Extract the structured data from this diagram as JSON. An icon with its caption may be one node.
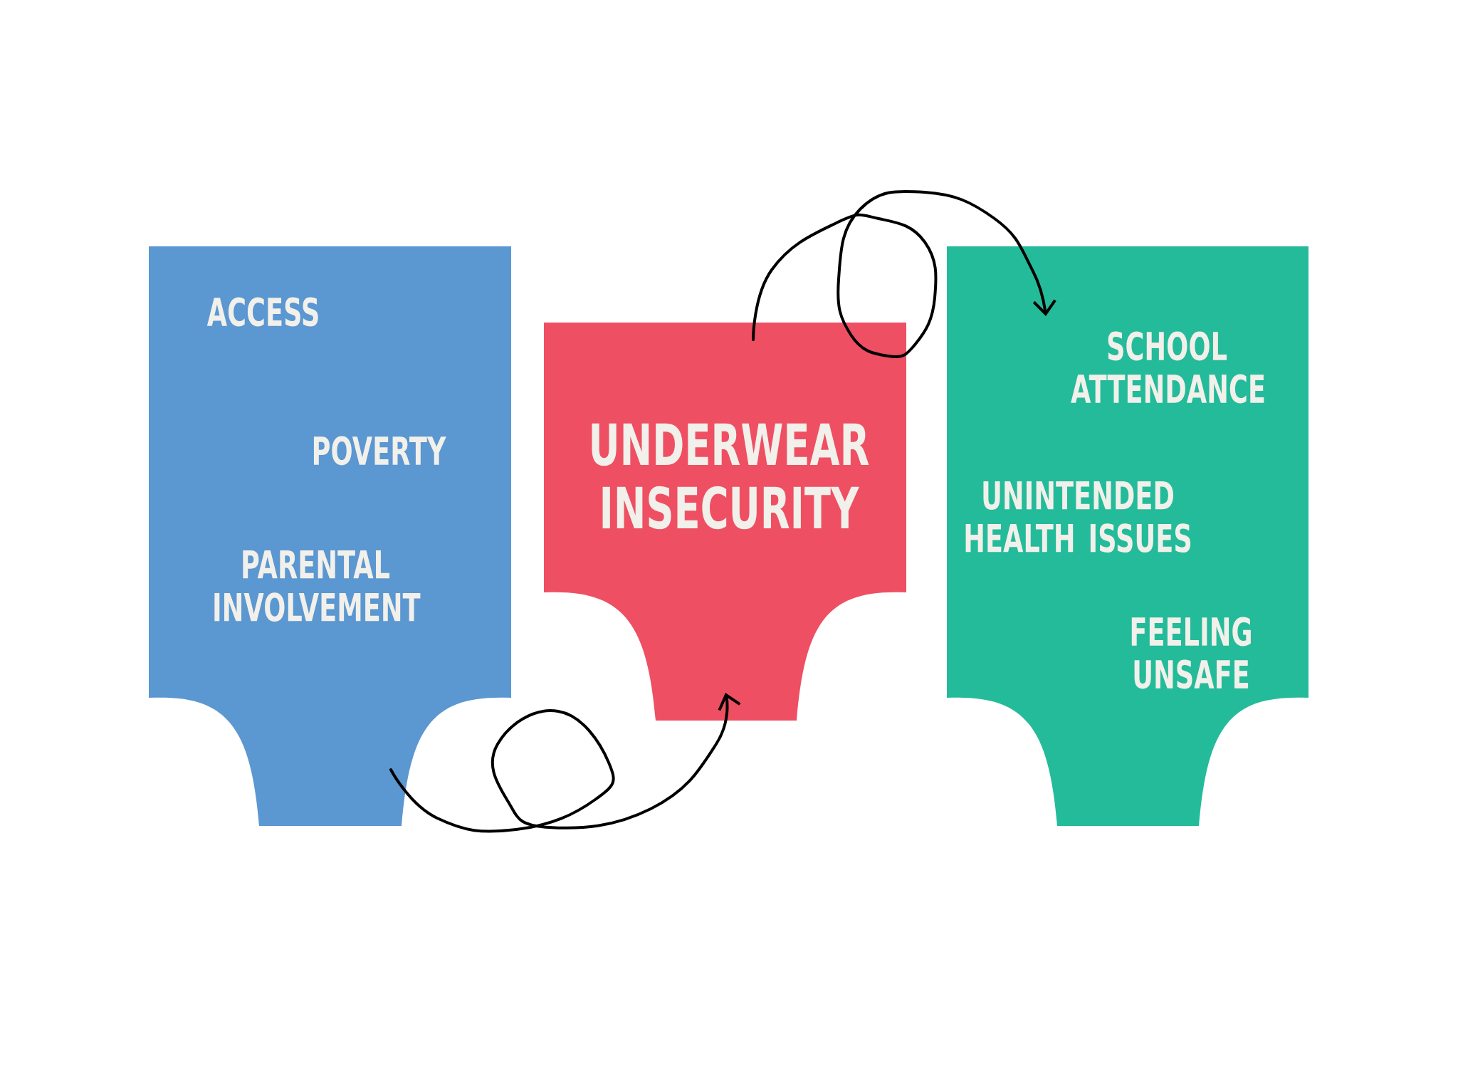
{
  "diagram": {
    "nodes": [
      {
        "text": [
          "ACCESS",
          "POVERTY",
          "PARENTAL INVOLVEMENT"
        ]
      },
      {
        "text": [
          "UNDERWEAR INSECURITY"
        ]
      },
      {
        "text": [
          "SCHOOL ATTENDANCE",
          "UNINTENDED HEALTH ISSUES",
          "FEELING UNSAFE"
        ]
      }
    ],
    "edges": [
      {
        "from": 0,
        "to": 1,
        "arrow": "to"
      },
      {
        "from": 1,
        "to": 2,
        "arrow": "to"
      }
    ]
  }
}
